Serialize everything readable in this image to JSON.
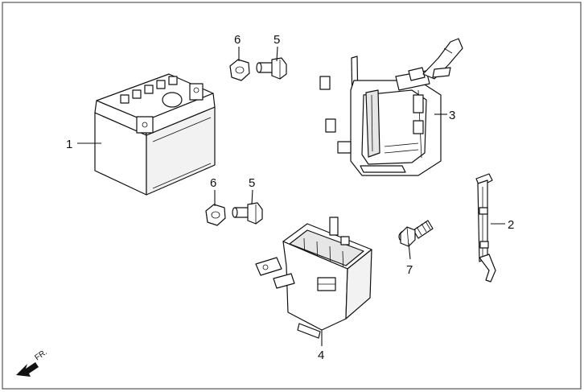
{
  "diagram": {
    "callouts": [
      {
        "id": "c1",
        "label": "1"
      },
      {
        "id": "c2",
        "label": "2"
      },
      {
        "id": "c3",
        "label": "3"
      },
      {
        "id": "c4",
        "label": "4"
      },
      {
        "id": "c5a",
        "label": "5"
      },
      {
        "id": "c5b",
        "label": "5"
      },
      {
        "id": "c6a",
        "label": "6"
      },
      {
        "id": "c6b",
        "label": "6"
      },
      {
        "id": "c7",
        "label": "7"
      }
    ],
    "direction": {
      "label": "FR."
    },
    "colors": {
      "line": "#111111",
      "fill": "#ffffff",
      "shade": "#d9d9d9",
      "frame": "#555555"
    }
  }
}
